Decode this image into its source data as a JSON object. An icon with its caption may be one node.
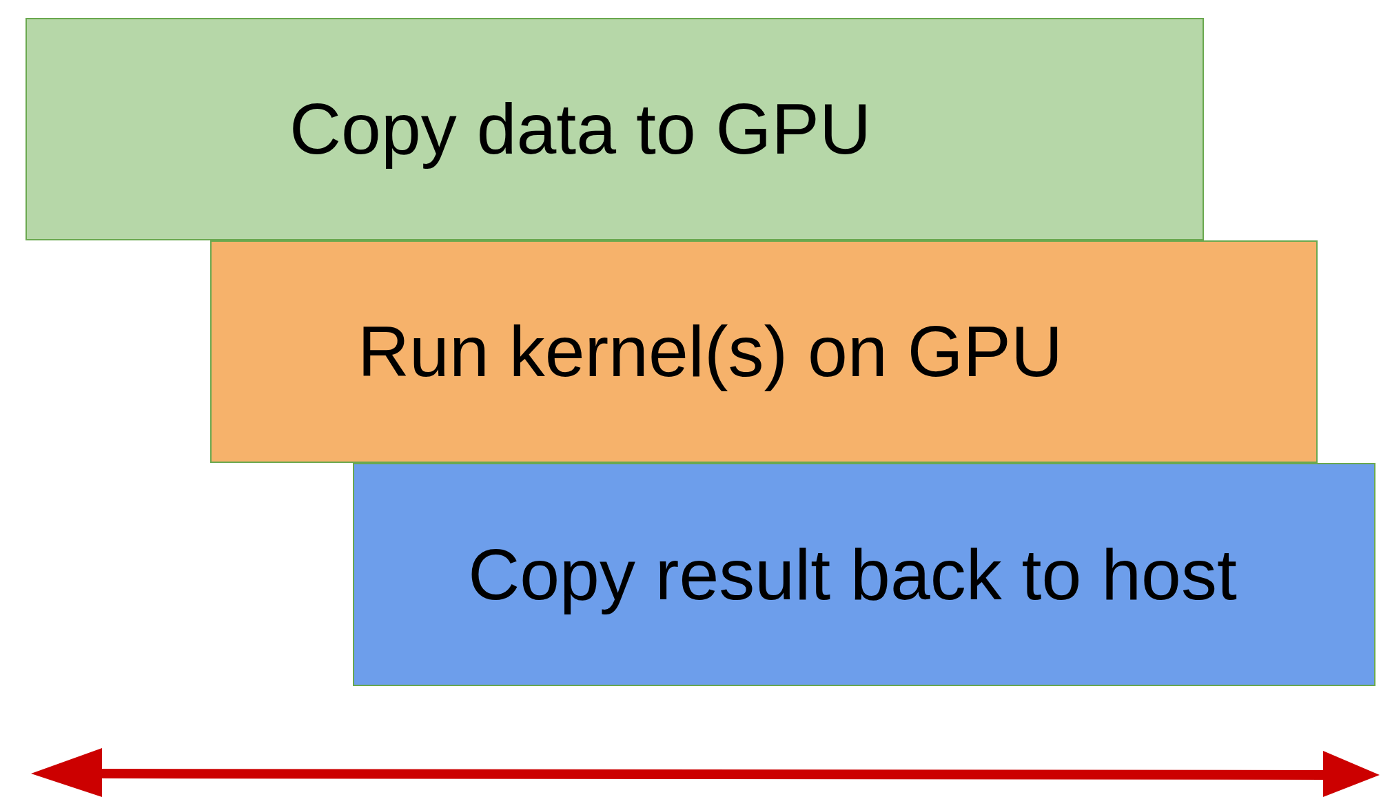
{
  "diagram": {
    "nodes": [
      {
        "text": [
          "Copy data to GPU"
        ]
      },
      {
        "text": [
          "Run kernel(s) on GPU"
        ]
      },
      {
        "text": [
          "Copy result back to host"
        ]
      }
    ]
  }
}
